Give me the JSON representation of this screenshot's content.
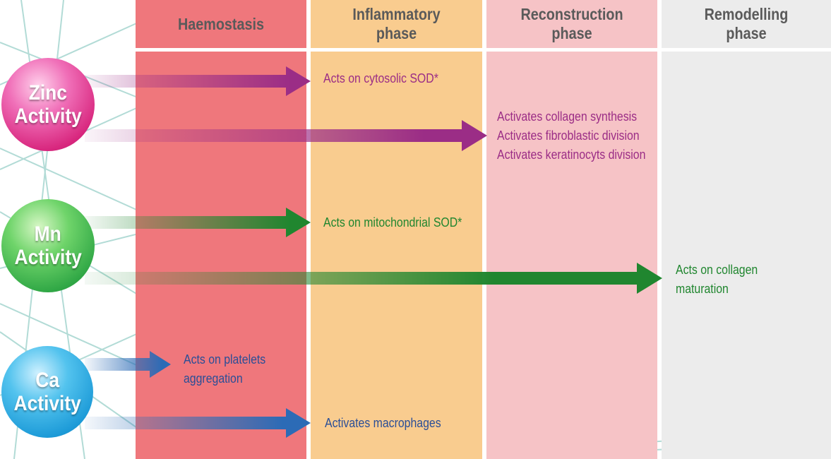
{
  "colors": {
    "haemostasis": "#ef777c",
    "inflammatory": "#f9cc8f",
    "reconstruction": "#f6c3c6",
    "remodelling": "#ececec",
    "zinc": "#9b2d86",
    "mn": "#20862f",
    "ca": "#2c6bb6"
  },
  "phases": [
    {
      "line1": "Haemostasis",
      "line2": ""
    },
    {
      "line1": "Inflammatory",
      "line2": "phase"
    },
    {
      "line1": "Reconstruction",
      "line2": "phase"
    },
    {
      "line1": "Remodelling",
      "line2": "phase"
    }
  ],
  "minerals": [
    {
      "line1": "Zinc",
      "line2": "Activity"
    },
    {
      "line1": "Mn",
      "line2": "Activity"
    },
    {
      "line1": "Ca",
      "line2": "Activity"
    }
  ],
  "effects": {
    "zinc_sod": "Acts on cytosolic SOD*",
    "zinc_recon": [
      "Activates collagen synthesis",
      "Activates fibroblastic division",
      "Activates keratinocyts division"
    ],
    "mn_sod": "Acts on mitochondrial SOD*",
    "mn_collagen": [
      "Acts on collagen",
      "maturation"
    ],
    "ca_platelets": [
      "Acts on platelets",
      "aggregation"
    ],
    "ca_macrophages": "Activates macrophages"
  }
}
